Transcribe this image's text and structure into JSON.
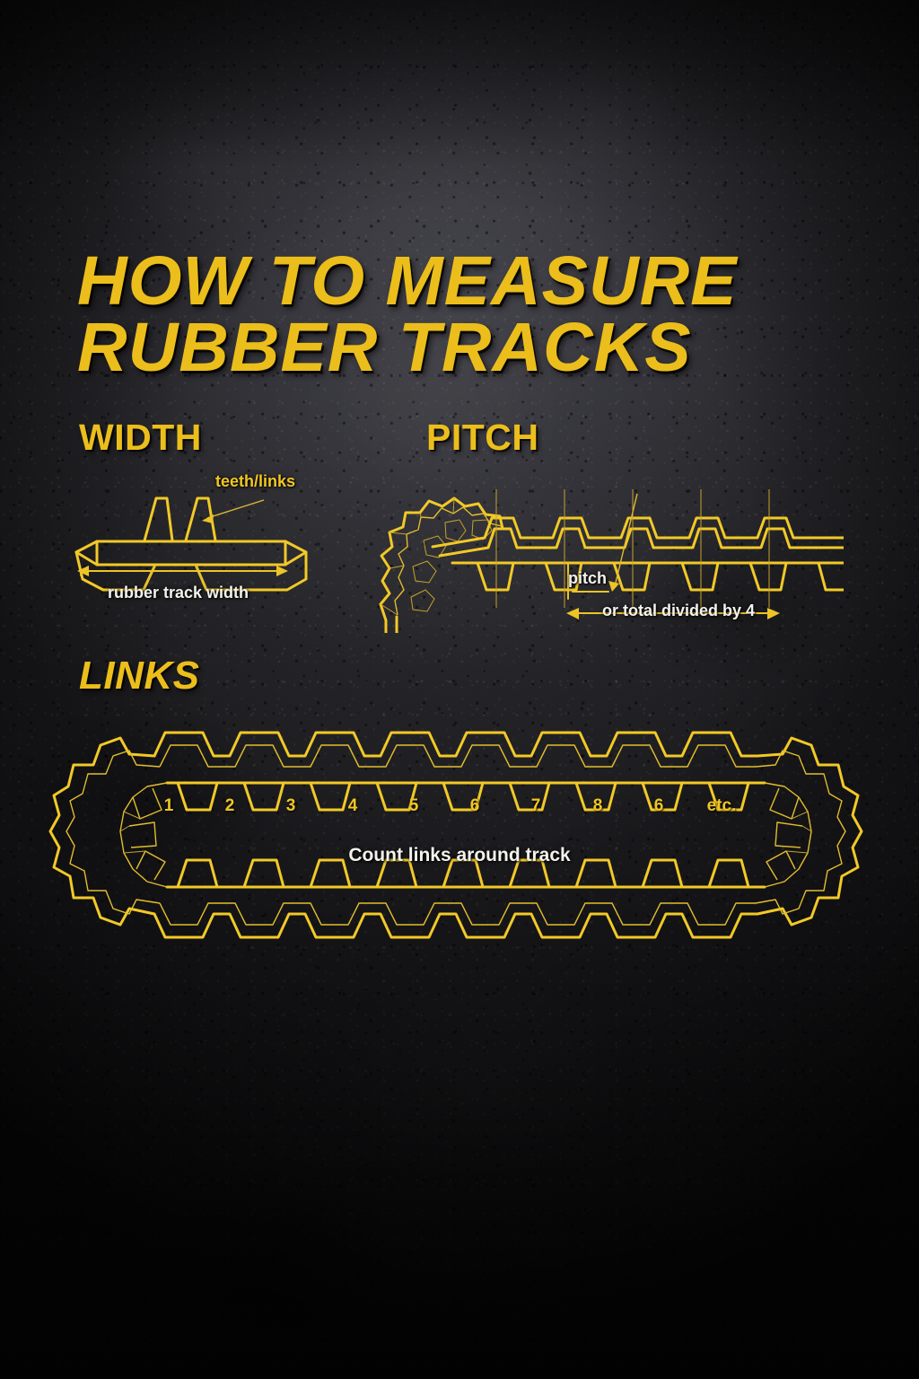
{
  "poster": {
    "title_line_1": "HOW TO MEASURE",
    "title_line_2": "RUBBER TRACKS",
    "accent_color": "#ecbe1c",
    "text_color": "#f4f2ec",
    "background_color": "#1d1d20"
  },
  "sections": {
    "width": {
      "heading": "WIDTH",
      "callout_label": "teeth/links",
      "dimension_label": "rubber track width"
    },
    "pitch": {
      "heading": "PITCH",
      "dimension_label": "pitch",
      "total_label": "or total divided by 4"
    },
    "links": {
      "heading": "LINKS",
      "instruction": "Count links around track",
      "numbers": [
        "1",
        "2",
        "3",
        "4",
        "5",
        "6",
        "7",
        "8",
        "6",
        "etc."
      ]
    }
  }
}
